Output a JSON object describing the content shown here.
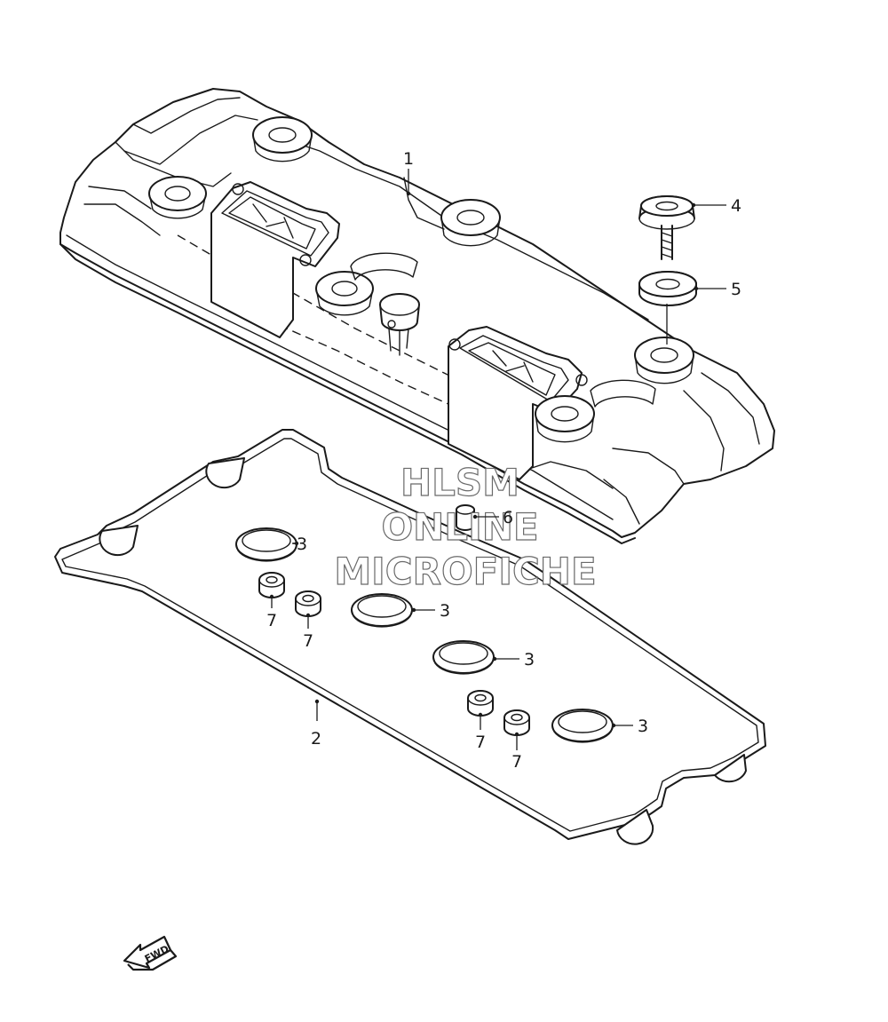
{
  "watermark": {
    "line1": "HLSM",
    "line2": "ONLINE",
    "line3": "MICROFICHE"
  },
  "callouts": {
    "cover": "1",
    "gasket": "2",
    "plug_seal_a": "3",
    "plug_seal_b": "3",
    "plug_seal_c": "3",
    "plug_seal_d": "3",
    "bolt": "4",
    "bolt_washer": "5",
    "dowel": "6",
    "grommet_a": "7",
    "grommet_b": "7",
    "grommet_c": "7",
    "grommet_d": "7"
  },
  "direction_arrow": {
    "label": "FWD",
    "icon": "forward-arrow-icon"
  },
  "colors": {
    "line": "#1a1a1a",
    "watermark_outline": "#6a6a6a",
    "background": "#ffffff"
  }
}
